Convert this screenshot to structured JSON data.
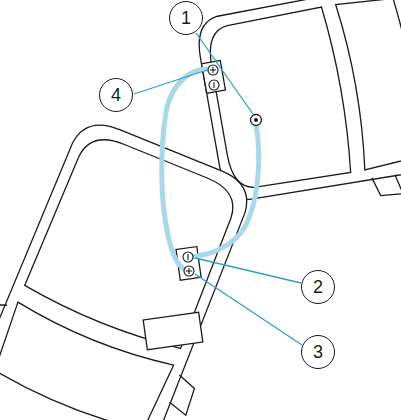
{
  "diagram": {
    "nodes": [
      {
        "text": [
          "1"
        ]
      },
      {
        "text": [
          "4"
        ]
      },
      {
        "text": [
          "2"
        ]
      },
      {
        "text": [
          "3"
        ]
      }
    ]
  }
}
